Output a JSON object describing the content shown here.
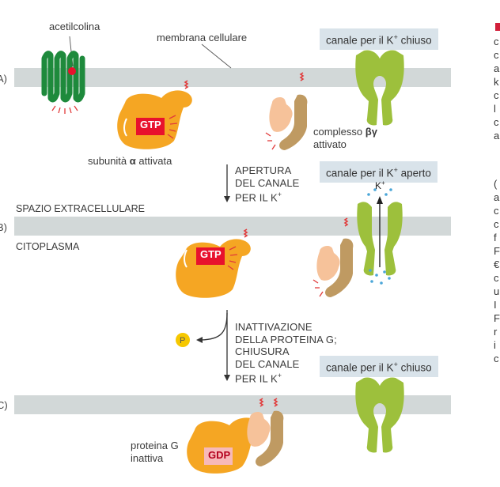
{
  "labels": {
    "acetilcolina": "acetilcolina",
    "membrana": "membrana cellulare",
    "complesso_line1": "complesso",
    "complesso_beta_gamma": "βγ",
    "complesso_line2": "attivato",
    "subunita_prefix": "subunità",
    "subunita_alpha": "α",
    "subunita_suffix": "attivata",
    "spazio": "SPAZIO EXTRACELLULARE",
    "citoplasma": "CITOPLASMA",
    "proteina_line1": "proteina G",
    "proteina_line2": "inattiva",
    "k_ion": "K",
    "k_sup": "+",
    "p": "P"
  },
  "rows": {
    "a": "A)",
    "b": "B)",
    "c": "C)"
  },
  "boxes": {
    "a": {
      "text": "canale per il K",
      "sup": "+",
      "tail": " chiuso"
    },
    "b": {
      "text": "canale per il K",
      "sup": "+",
      "tail": " aperto"
    },
    "c": {
      "text": "canale per il K",
      "sup": "+",
      "tail": " chiuso"
    }
  },
  "badges": {
    "gtp1": "GTP",
    "gtp2": "GTP",
    "gdp": "GDP"
  },
  "step1": {
    "l1": "APERTURA",
    "l2": "DEL CANALE",
    "l3": "PER IL K",
    "sup": "+"
  },
  "step2": {
    "l1": "INATTIVAZIONE",
    "l2": "DELLA PROTEINA G;",
    "l3": "CHIUSURA",
    "l4": "DEL CANALE",
    "l5": "PER IL K",
    "sup": "+"
  },
  "colors": {
    "membrane": "#d2d8d8",
    "receptor": "#1e8a3c",
    "alpha": "#f5a623",
    "beta": "#bf9a62",
    "gamma": "#f6c29a",
    "channel": "#9dc03c",
    "gtp": "#e8112d",
    "gdp": "#f7b9b9",
    "highlight": "#e13a3a",
    "box": "#d9e3ea",
    "ion": "#4aa6d8",
    "p_circle": "#f6c800"
  },
  "side_text": [
    "c",
    "c",
    "a",
    "k",
    "c",
    "l",
    "c",
    "a",
    "",
    "(",
    "a",
    "c",
    "c",
    "f",
    "F",
    "€",
    "c",
    "u",
    "I",
    "F",
    "r",
    "i",
    "c"
  ]
}
